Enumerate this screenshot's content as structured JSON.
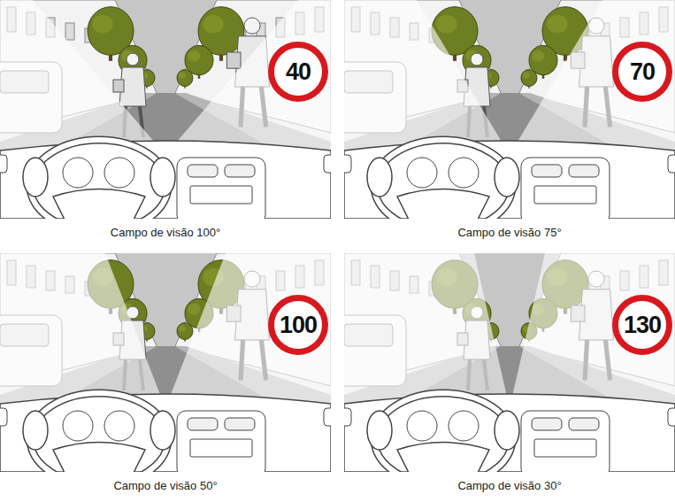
{
  "diagram": {
    "nodes": [
      {
        "text": [
          "40"
        ]
      },
      {
        "text": [
          "70"
        ]
      },
      {
        "text": [
          "100"
        ]
      },
      {
        "text": [
          "130"
        ]
      }
    ],
    "labels": [
      "Campo de visão 100°",
      "Campo de visão 75°",
      "Campo de visão 50°",
      "Campo de visão 30°"
    ]
  }
}
